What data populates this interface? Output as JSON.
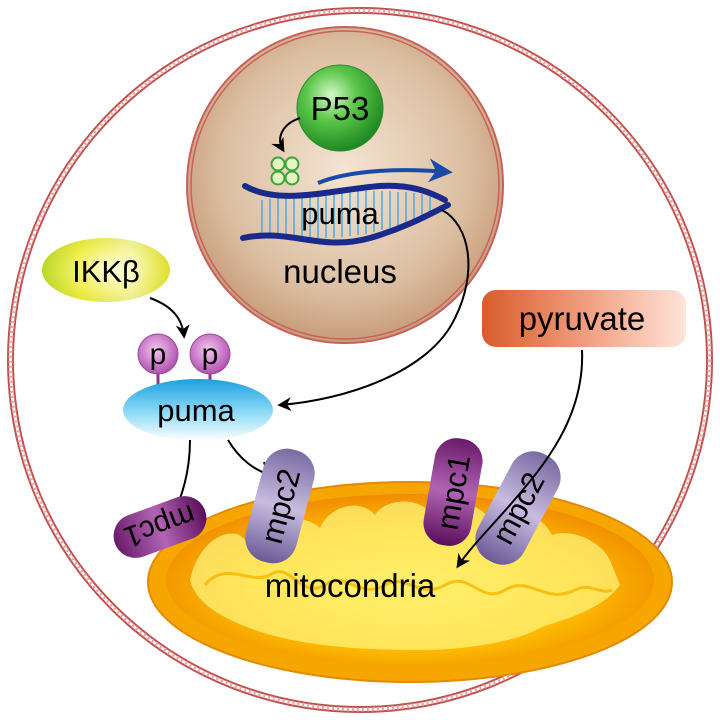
{
  "labels": {
    "p53": "P53",
    "nucleus": "nucleus",
    "puma_gene": "puma",
    "ikkb": "IKKβ",
    "phospho_1": "p",
    "phospho_2": "p",
    "puma_protein": "puma",
    "pyruvate": "pyruvate",
    "mitochondria": "mitocondria",
    "mpc1_left": "mpc1",
    "mpc2_left": "mpc2",
    "mpc1_right": "mpc1",
    "mpc2_right": "mpc2"
  },
  "colors": {
    "cell_membrane": "#c0504d",
    "nucleus_fill": "#d9b99b",
    "p53_green": "#2ea52e",
    "dna_blue": "#1a2a8a",
    "ikkb_yellow": "#e8e020",
    "phospho_pink": "#c868c0",
    "puma_blue": "#3fb8e8",
    "pyruvate_orange": "#e0703c",
    "mito_orange": "#f5a000",
    "mito_yellow": "#fff200",
    "mpc1_purple": "#6a1a6a",
    "mpc2_lavender": "#8a7aae",
    "arrow_black": "#000000"
  }
}
